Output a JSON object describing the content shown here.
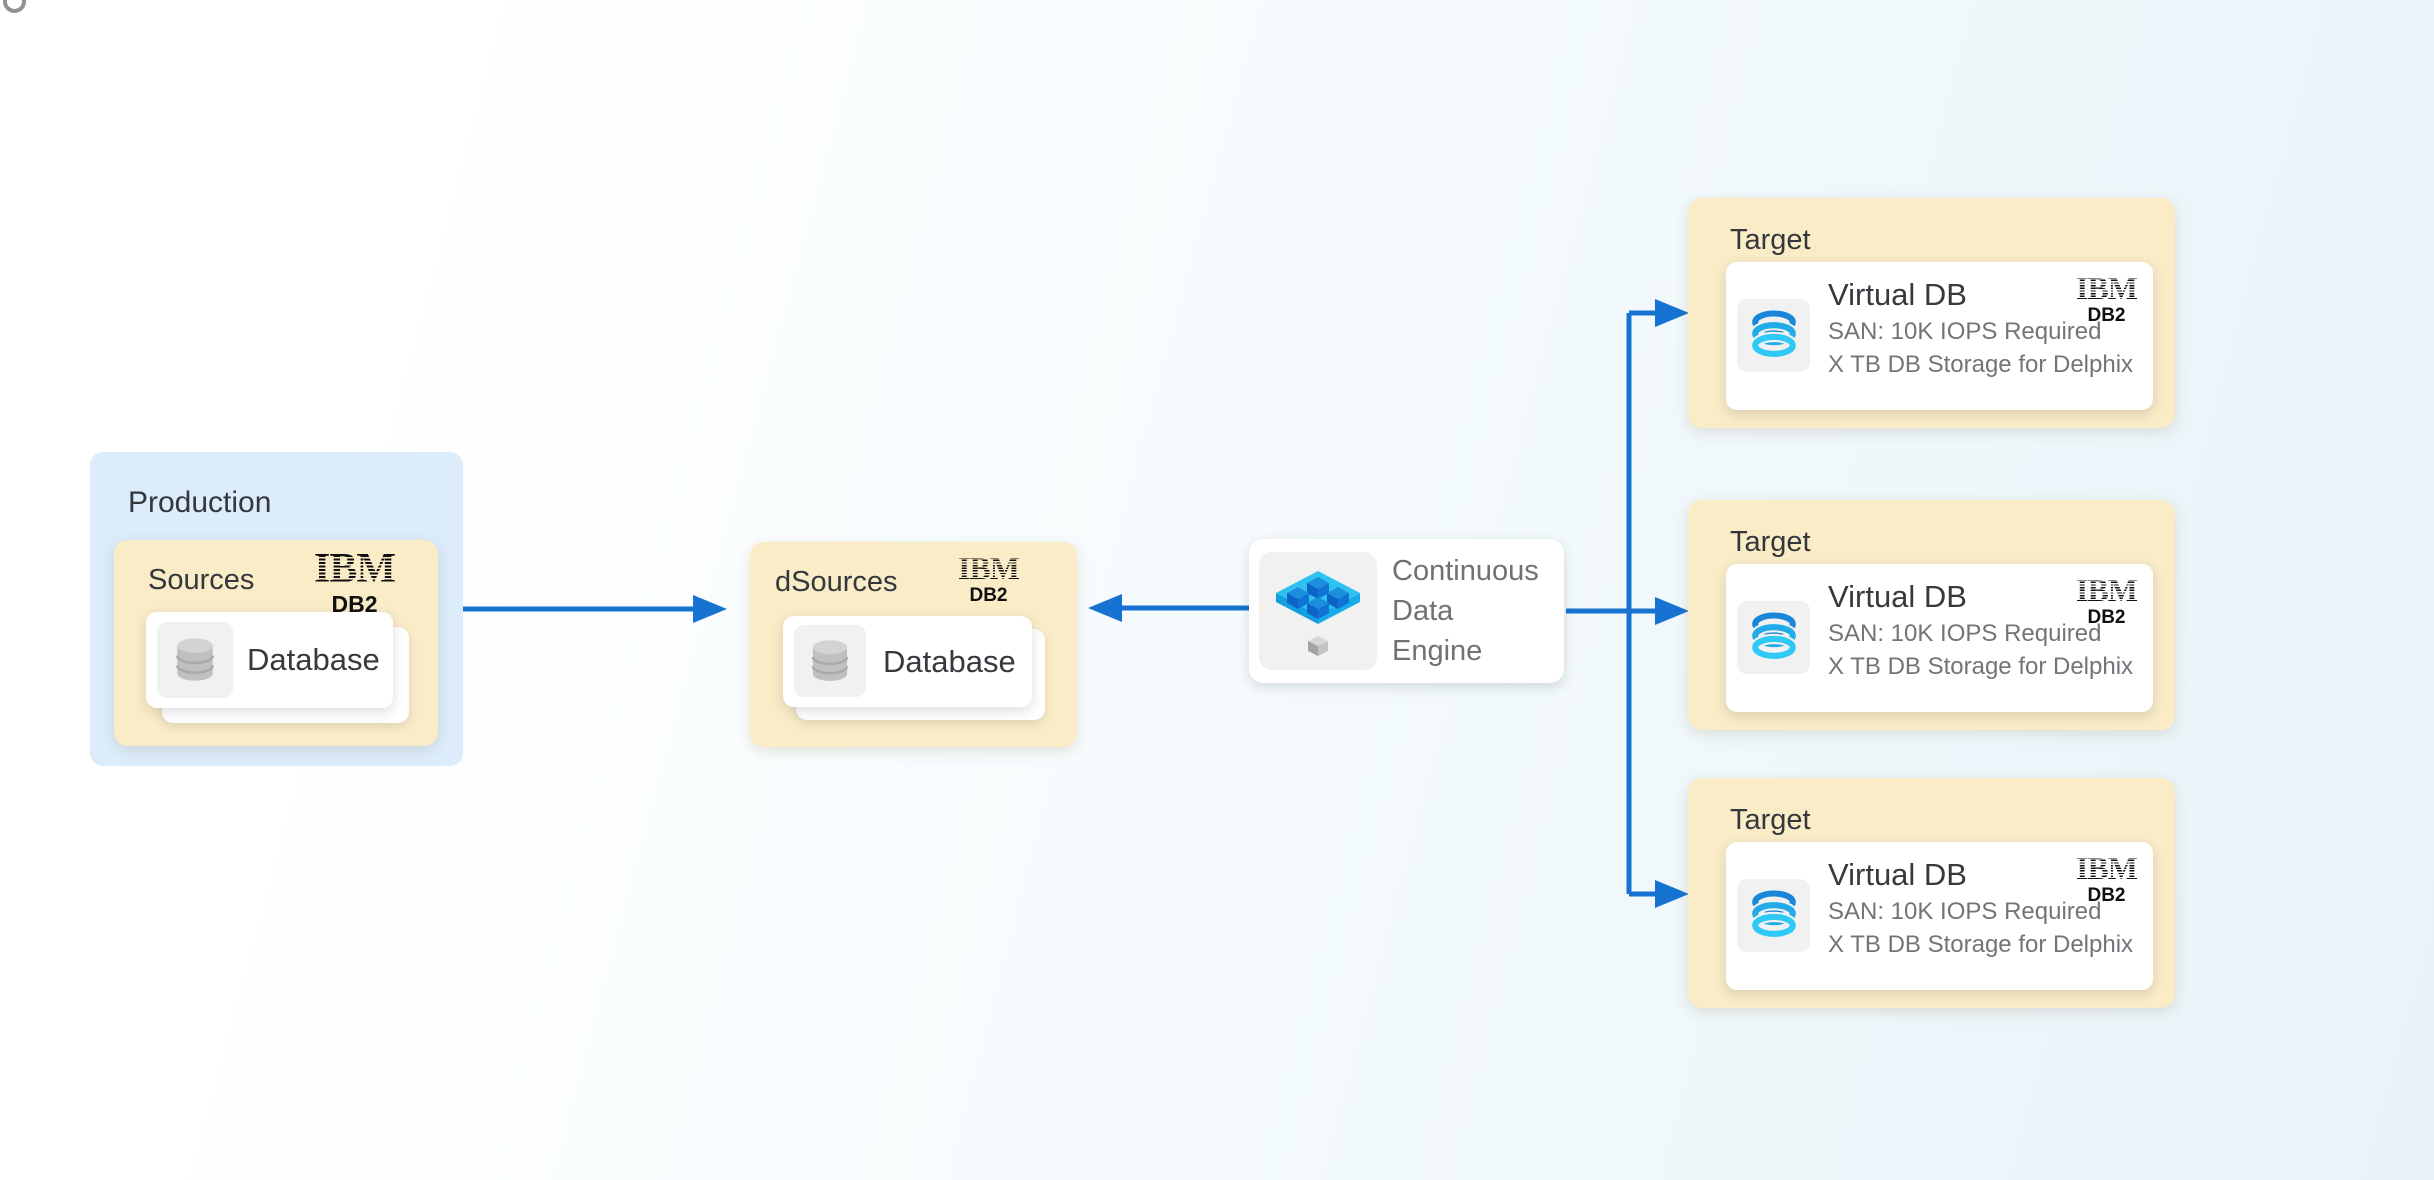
{
  "colors": {
    "arrow_blue": "#1673d2",
    "production_panel": "#dcecfb",
    "group_panel_tan": "#faecc7",
    "card_white": "#ffffff",
    "engine_cyan": "#2fc2f1",
    "engine_cube_blue": "#1173d4",
    "vdb_ring_top": "#1a86da",
    "vdb_ring_bottom": "#2ec9f5"
  },
  "production": {
    "title": "Production",
    "sources": {
      "title": "Sources",
      "brand": "IBM",
      "brand_product": "DB2",
      "database_label": "Database"
    }
  },
  "dsources": {
    "title": "dSources",
    "brand": "IBM",
    "brand_product": "DB2",
    "database_label": "Database"
  },
  "engine": {
    "title": "Continuous Data Engine",
    "title_lines": [
      "Continuous",
      "Data",
      "Engine"
    ]
  },
  "targets": [
    {
      "title": "Target",
      "card": {
        "title": "Virtual DB",
        "spec1": "SAN: 10K IOPS Required",
        "spec2": "X TB DB Storage for Delphix",
        "brand": "IBM",
        "brand_product": "DB2"
      }
    },
    {
      "title": "Target",
      "card": {
        "title": "Virtual DB",
        "spec1": "SAN: 10K IOPS Required",
        "spec2": "X TB DB Storage for Delphix",
        "brand": "IBM",
        "brand_product": "DB2"
      }
    },
    {
      "title": "Target",
      "card": {
        "title": "Virtual DB",
        "spec1": "SAN: 10K IOPS Required",
        "spec2": "X TB DB Storage for Delphix",
        "brand": "IBM",
        "brand_product": "DB2"
      }
    }
  ]
}
